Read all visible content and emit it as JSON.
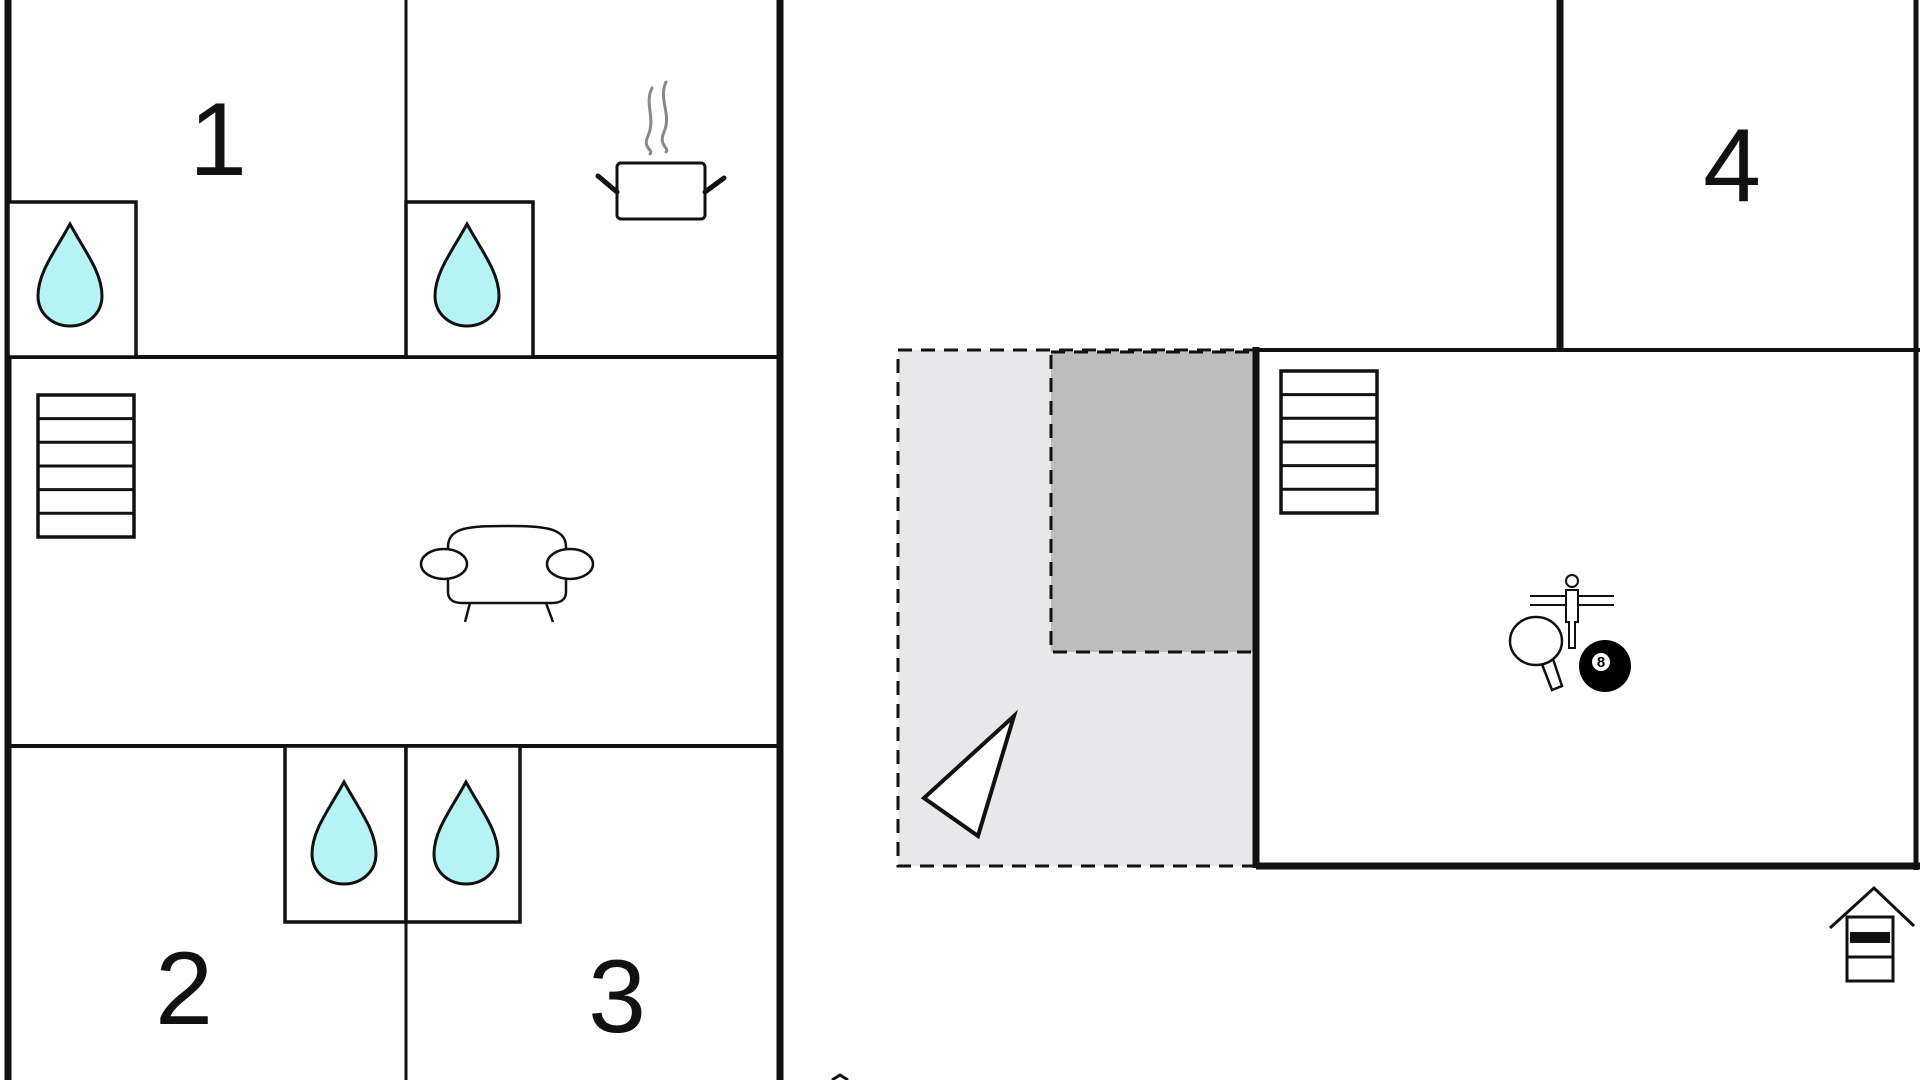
{
  "floor_plan": {
    "rooms": [
      {
        "id": "room-1",
        "number": "1"
      },
      {
        "id": "room-2",
        "number": "2"
      },
      {
        "id": "room-3",
        "number": "3"
      },
      {
        "id": "room-4",
        "number": "4"
      }
    ],
    "icons": {
      "bathroom": "water-drop-icon",
      "kitchen": "cooking-pot-icon",
      "living_room": "sofa-icon",
      "stairs": "staircase-icon",
      "recreation": [
        "table-football-icon",
        "table-tennis-paddle-icon",
        "billiard-ball-icon"
      ],
      "terrace": "triangle-marker-icon",
      "entrance": "house-entrance-icon"
    },
    "billiard_ball_label": "8",
    "colors": {
      "water_drop_fill": "#b6f3f3",
      "wall": "#111111",
      "terrace_light": "#e8e8ea",
      "terrace_dark": "#bdbdbd"
    }
  }
}
